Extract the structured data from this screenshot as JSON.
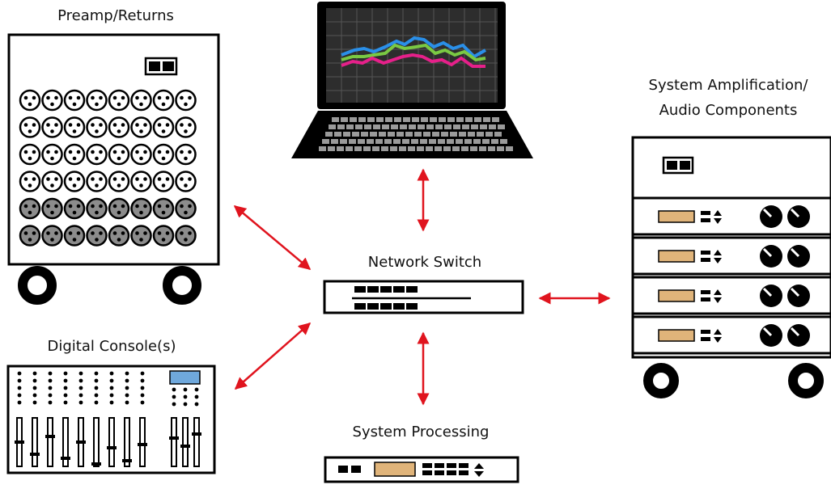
{
  "labels": {
    "preamp": "Preamp/Returns",
    "network_switch": "Network Switch",
    "amplification_line1": "System Amplification/",
    "amplification_line2": "Audio Components",
    "console": "Digital Console(s)",
    "processing": "System Processing"
  },
  "colors": {
    "arrow": "#e0141e",
    "outline": "#000000",
    "connector_light": "#ffffff",
    "connector_dark": "#8c8c8c",
    "amber_panel": "#e0b47a",
    "console_screen": "#6fa8dc",
    "laptop_screen": "#2d2d2d",
    "chart_blue": "#2a8fe8",
    "chart_green": "#7ac943",
    "chart_pink": "#e6208a"
  },
  "icons": {
    "preamp": "stagebox-rack-icon",
    "laptop": "laptop-icon",
    "network_switch": "network-switch-icon",
    "amplification": "amplifier-rack-icon",
    "console": "mixing-console-icon",
    "processing": "processor-unit-icon"
  }
}
